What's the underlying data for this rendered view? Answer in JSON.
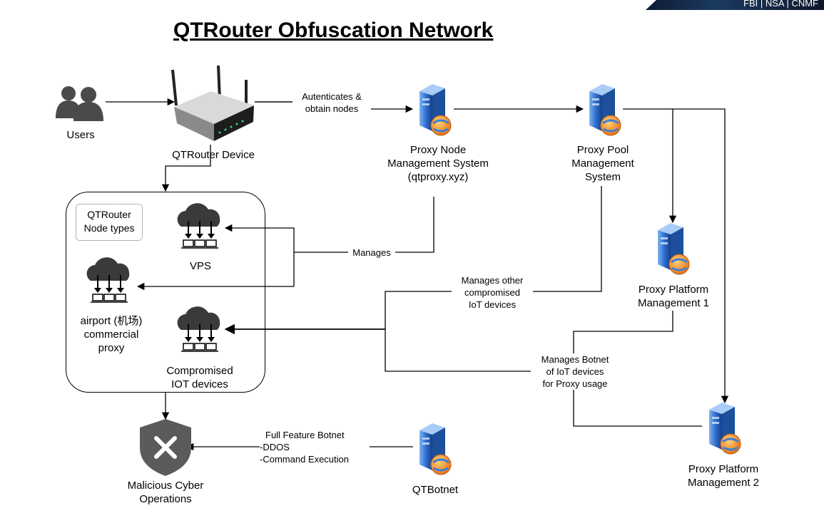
{
  "banner": {
    "text": "FBI | NSA | CNMF"
  },
  "title": "QTRouter Obfuscation Network",
  "nodes": {
    "users": "Users",
    "router": "QTRouter Device",
    "proxy_node_mgmt": [
      "Proxy Node",
      "Management System",
      "(qtproxy.xyz)"
    ],
    "proxy_pool_mgmt": [
      "Proxy Pool",
      "Management",
      "System"
    ],
    "platform_1": [
      "Proxy Platform",
      "Management 1"
    ],
    "platform_2": [
      "Proxy Platform",
      "Management 2"
    ],
    "qtbotnet": "QTBotnet",
    "malicious": [
      "Malicious Cyber",
      "Operations"
    ],
    "node_types_box": [
      "QTRouter",
      "Node types"
    ],
    "vps": "VPS",
    "airport": [
      "airport (机场)",
      "commercial",
      "proxy"
    ],
    "iot": [
      "Compromised",
      "IOT devices"
    ]
  },
  "edges": {
    "authenticates": [
      "Autenticates &",
      "obtain nodes"
    ],
    "manages": "Manages",
    "manages_other": [
      "Manages other",
      "compromised",
      "IoT devices"
    ],
    "manages_botnet": [
      "Manages Botnet",
      "of IoT devices",
      "for Proxy usage"
    ],
    "full_feature": [
      "Full Feature Botnet",
      "-DDOS",
      "-Command Execution"
    ]
  },
  "colors": {
    "server_blue": "#2f6fd0",
    "globe_orange": "#f0932b",
    "icon_gray": "#3a3a3a"
  }
}
